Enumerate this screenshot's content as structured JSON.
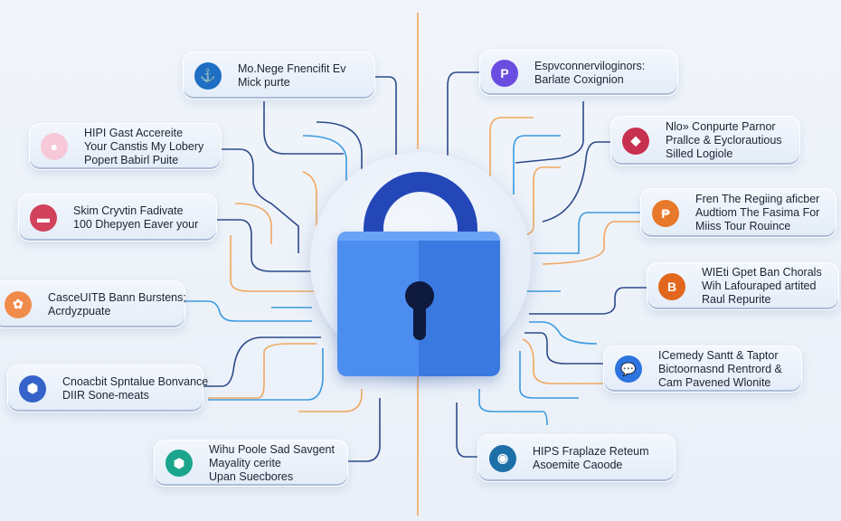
{
  "colors": {
    "accent": "#2447b8",
    "lock_body": "#4c8df0",
    "line_navy": "#2c4a8a",
    "line_blue": "#3b9ae0",
    "line_orange": "#f0a860"
  },
  "cards": {
    "l1": {
      "icon": "shield-anchor-icon",
      "color": "#1f6fc4",
      "glyph": "⚓",
      "lines": [
        "Mo.Nege Fnencifit Ev",
        "Mick purte"
      ]
    },
    "l2": {
      "icon": "pink-badge-icon",
      "color": "#f7c9d8",
      "glyph": "●",
      "lines": [
        "HIPI Gast Accereite",
        "Your Canstis My Lobery",
        "Popert Babirl Puite"
      ]
    },
    "l3": {
      "icon": "red-tag-icon",
      "color": "#d2425c",
      "glyph": "▬",
      "lines": [
        "Skim Cryvtin Fadivate",
        "100 Dhepyen Eaver your"
      ]
    },
    "l4": {
      "icon": "colorful-cluster-icon",
      "color": "#f08a4b",
      "glyph": "✿",
      "lines": [
        "CasceUITB Bann Burstens;",
        "Acrdyzpuate"
      ]
    },
    "l5": {
      "icon": "blue-hexagon-icon",
      "color": "#3563c9",
      "glyph": "⬢",
      "lines": [
        "Cnoacbit Spntalue Bonvance",
        "DIIR Sone-meats"
      ]
    },
    "l6": {
      "icon": "teal-hexagon-icon",
      "color": "#1aa58c",
      "glyph": "⬢",
      "lines": [
        "Wihu Poole Sad Savgent",
        "Mayality cerite",
        "Upan Suecbores"
      ]
    },
    "r1": {
      "icon": "purple-p-icon",
      "color": "#6a4de0",
      "glyph": "P",
      "lines": [
        "Espvconnerviloginors:",
        "Barlate Coxignion"
      ]
    },
    "r2": {
      "icon": "crimson-badge-icon",
      "color": "#c8304f",
      "glyph": "◆",
      "lines": [
        "Nlo» Conpurte Parnor",
        "Prallce & Eyclorautious",
        "Silled Logiole"
      ]
    },
    "r3": {
      "icon": "orange-p-icon",
      "color": "#e8782a",
      "glyph": "₱",
      "lines": [
        "Fren The Regiing aficber",
        "Audtiom The Fasima For",
        "Miiss Tour Rouince"
      ]
    },
    "r4": {
      "icon": "orange-b-icon",
      "color": "#e2671e",
      "glyph": "B",
      "lines": [
        "WIEti Gpet Ban Chorals",
        "Wih Lafouraped artited",
        "Raul Repurite"
      ]
    },
    "r5": {
      "icon": "chat-bubble-icon",
      "color": "#2d74de",
      "glyph": "💬",
      "lines": [
        "ICemedy Santt & Taptor",
        "Bictoornasnd Rentrord &",
        "Cam Pavened Wlonite"
      ]
    },
    "r6": {
      "icon": "globe-icon",
      "color": "#1d6fa8",
      "glyph": "◉",
      "lines": [
        "HIPS Fraplaze Reteum",
        "Asoemite Caoode"
      ]
    }
  }
}
